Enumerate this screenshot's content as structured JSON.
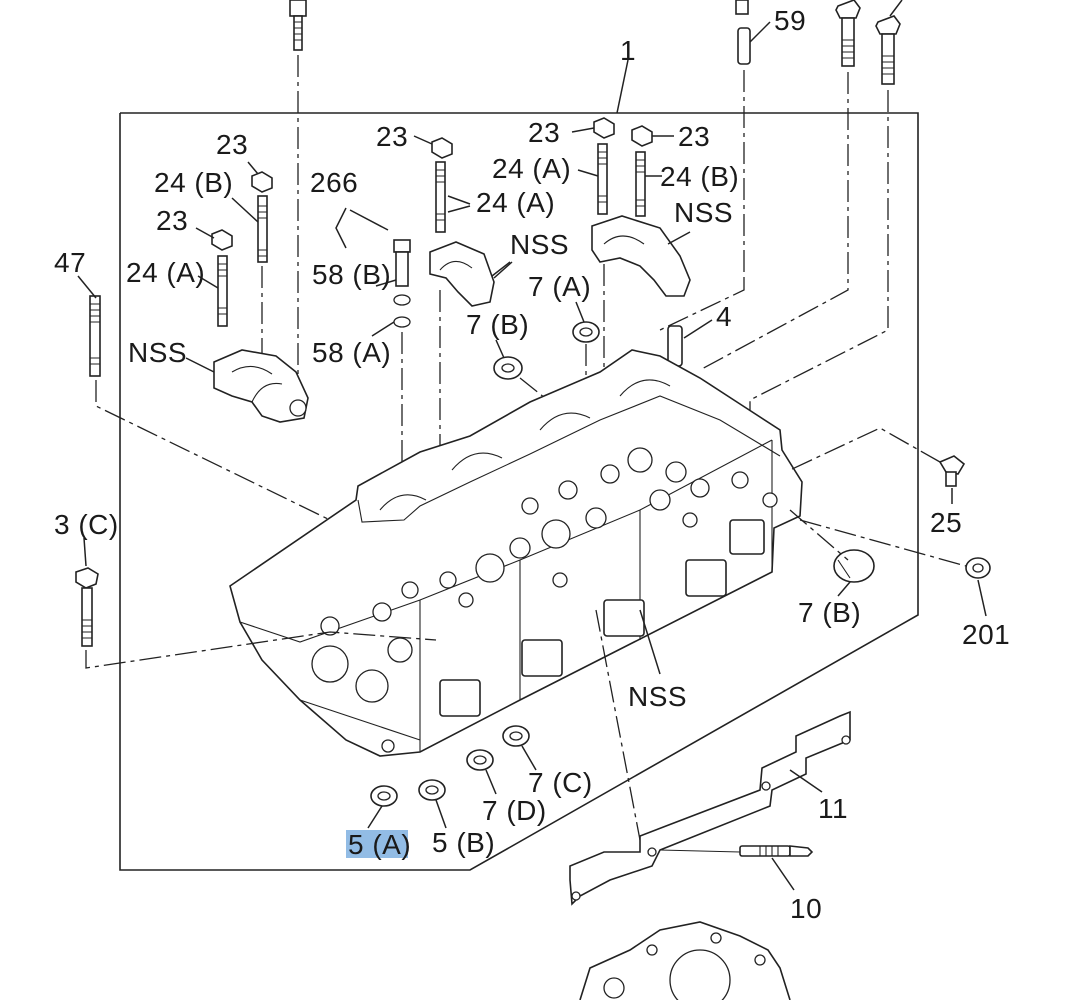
{
  "callouts": {
    "c59": "59",
    "c1": "1",
    "c23_a": "23",
    "c24b_a": "24 (B)",
    "c23_b": "23",
    "c24a_a": "24 (A)",
    "c47": "47",
    "c266": "266",
    "c58b": "58 (B)",
    "c58a": "58 (A)",
    "c23_c": "23",
    "c24a_b": "24 (A)",
    "cnss_a": "NSS",
    "c23_d": "23",
    "c23_e": "23",
    "c24a_c": "24 (A)",
    "c24b_b": "24 (B)",
    "cnss_b": "NSS",
    "cnss_c": "NSS",
    "c7a": "7 (A)",
    "c7b_a": "7 (B)",
    "c4": "4",
    "c3c": "3 (C)",
    "c25": "25",
    "c7b_b": "7 (B)",
    "c201": "201",
    "cnss_d": "NSS",
    "c7c": "7 (C)",
    "c7d": "7 (D)",
    "c5a": "5 (A)",
    "c5b": "5 (B)",
    "c11": "11",
    "c10": "10"
  },
  "highlighted_callout": "5 (A)",
  "colors": {
    "line": "#222222",
    "highlight": "#7fb0e0",
    "background": "#ffffff"
  }
}
